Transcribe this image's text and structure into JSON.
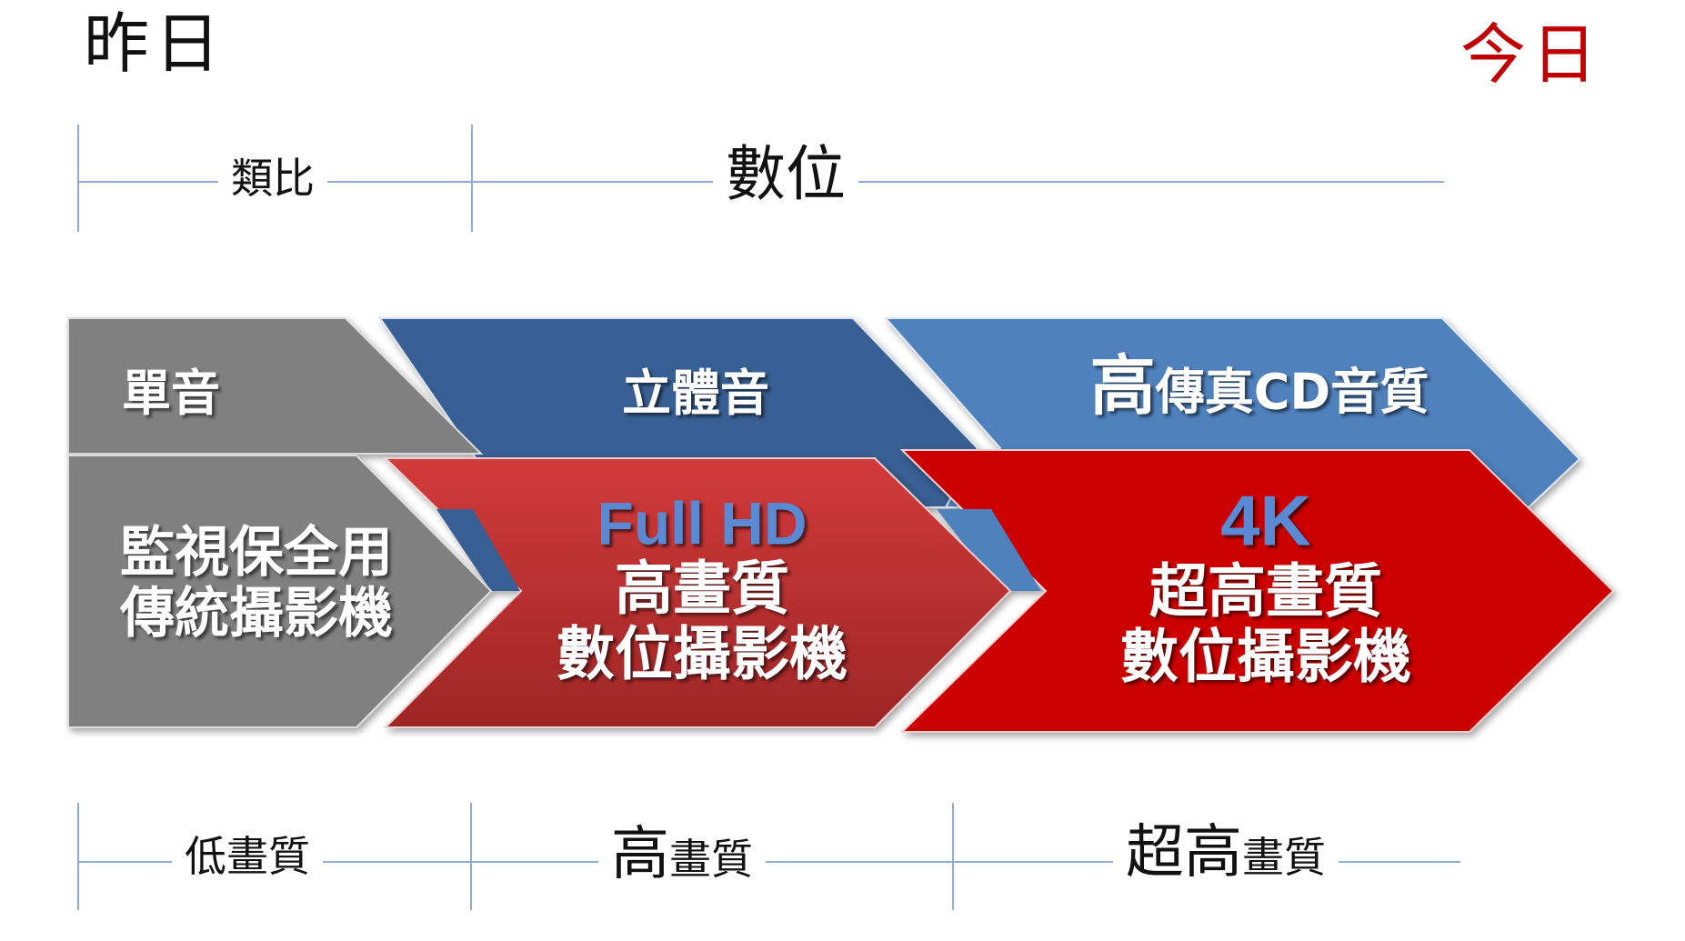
{
  "header": {
    "left_title": "昨日",
    "right_title": "今日"
  },
  "colors": {
    "gray": "#808080",
    "dark_blue": "#375f93",
    "light_blue": "#4f81bd",
    "red_gradient_top": "#d03838",
    "red_gradient_bottom": "#a02828",
    "bright_red": "#cc0000",
    "accent_blue_text": "#5a8ad4",
    "axis_line": "#8eacd4",
    "today_red": "#c00000"
  },
  "top_axis": {
    "segments": [
      {
        "label": "類比"
      },
      {
        "label": "數位"
      }
    ]
  },
  "audio_row": [
    {
      "label": "單音"
    },
    {
      "label": "立體音"
    },
    {
      "label_big": "高",
      "label_rest": "傳真CD音質"
    }
  ],
  "video_row": [
    {
      "lines": [
        "監視保全用",
        "傳統攝影機"
      ]
    },
    {
      "accent": "Full HD",
      "lines": [
        "高畫質",
        "數位攝影機"
      ]
    },
    {
      "accent": "4K",
      "lines": [
        "超高畫質",
        "數位攝影機"
      ]
    }
  ],
  "bottom_axis": {
    "segments": [
      {
        "label_big": "",
        "label_small": "低畫質"
      },
      {
        "label_big": "高",
        "label_small": "畫質"
      },
      {
        "label_big": "超高",
        "label_small": "畫質"
      }
    ]
  }
}
